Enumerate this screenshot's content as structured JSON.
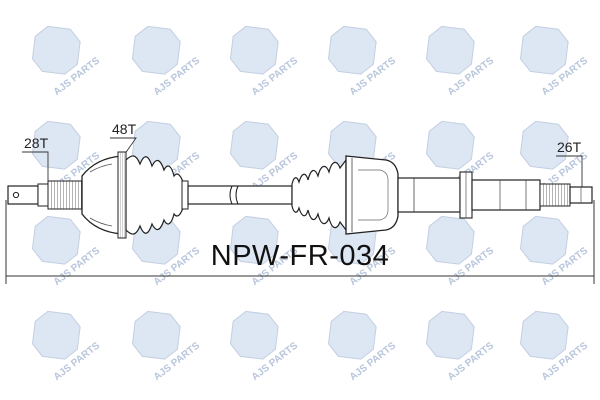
{
  "watermark": {
    "brand_text": "AJS PARTS",
    "colors": {
      "fill": "#dde6f3",
      "outline": "#c3cfe2",
      "text": "#b9c6dc"
    }
  },
  "drawing": {
    "part_number": "NPW-FR-034",
    "labels": {
      "outer_spline": "28T",
      "abs_ring": "48T",
      "inner_spline": "26T"
    },
    "line_color": "#333333"
  }
}
